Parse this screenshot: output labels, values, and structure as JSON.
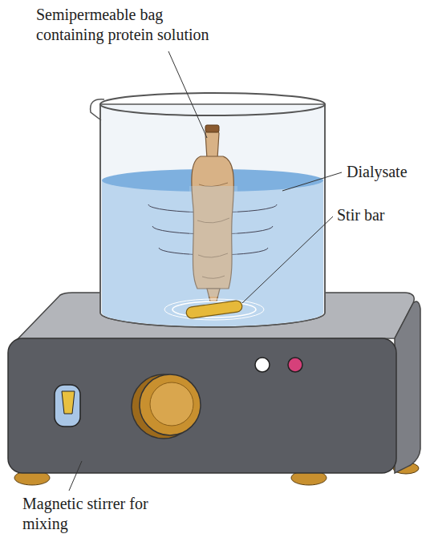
{
  "diagram": {
    "labels": [
      "Semipermeable bag containing protein solution",
      "Dialysate",
      "Stir bar",
      "Magnetic stirrer for mixing"
    ]
  }
}
